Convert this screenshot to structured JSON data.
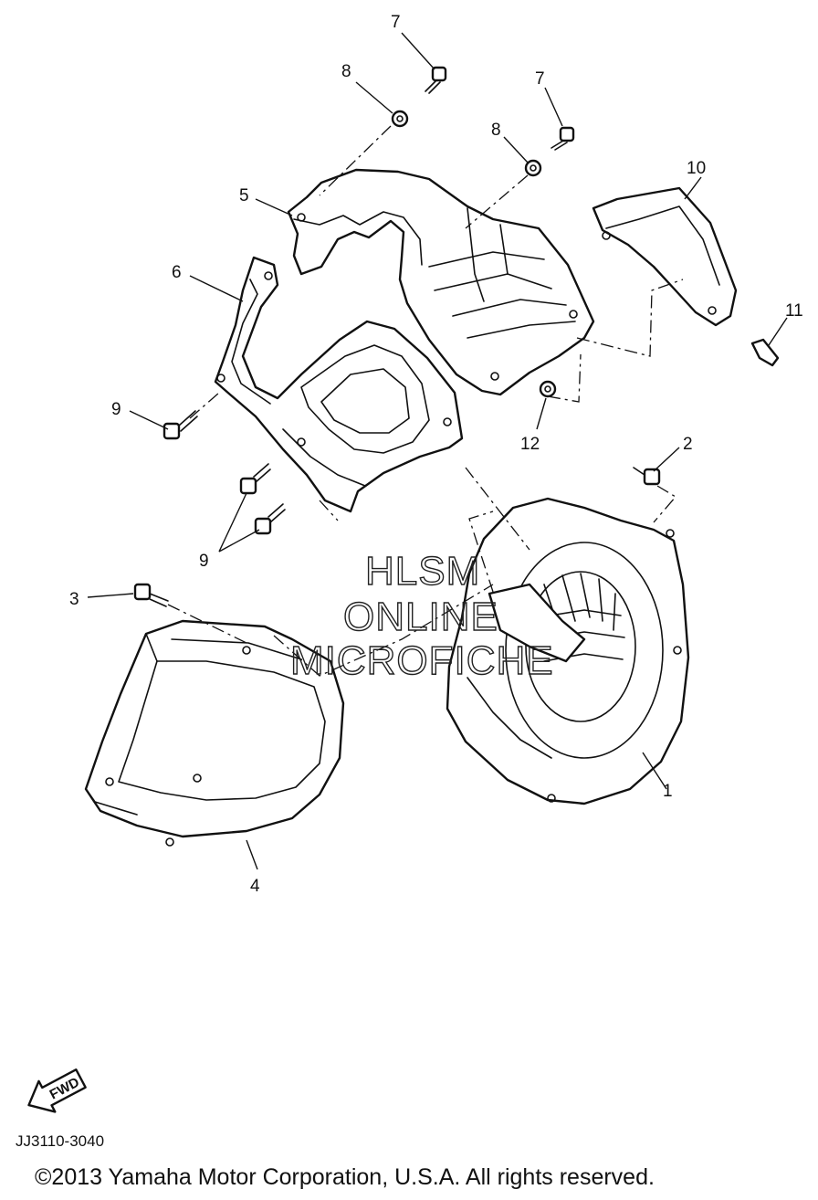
{
  "diagram": {
    "callouts": [
      {
        "id": "1",
        "text": "1"
      },
      {
        "id": "2",
        "text": "2"
      },
      {
        "id": "3",
        "text": "3"
      },
      {
        "id": "4",
        "text": "4"
      },
      {
        "id": "5",
        "text": "5"
      },
      {
        "id": "6",
        "text": "6"
      },
      {
        "id": "7a",
        "text": "7"
      },
      {
        "id": "7b",
        "text": "7"
      },
      {
        "id": "8a",
        "text": "8"
      },
      {
        "id": "8b",
        "text": "8"
      },
      {
        "id": "9a",
        "text": "9"
      },
      {
        "id": "9b",
        "text": "9"
      },
      {
        "id": "10",
        "text": "10"
      },
      {
        "id": "11",
        "text": "11"
      },
      {
        "id": "12",
        "text": "12"
      }
    ],
    "watermark": [
      "HLSM",
      "ONLINE",
      "MICROFICHE"
    ],
    "fwd_label": "FWD",
    "diagram_code": "JJ3110-3040",
    "copyright": "©2013 Yamaha Motor Corporation, U.S.A. All rights reserved."
  }
}
